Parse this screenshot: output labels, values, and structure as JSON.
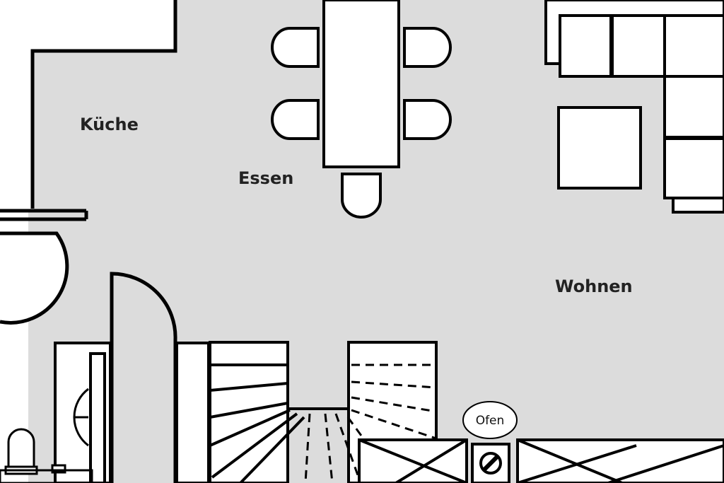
{
  "floorplan": {
    "rooms": {
      "kitchen": "Küche",
      "dining": "Essen",
      "living": "Wohnen"
    },
    "stove_label": "Ofen",
    "colors": {
      "floor": "#dcdcdc",
      "wall": "#000000",
      "furniture": "#ffffff"
    }
  }
}
